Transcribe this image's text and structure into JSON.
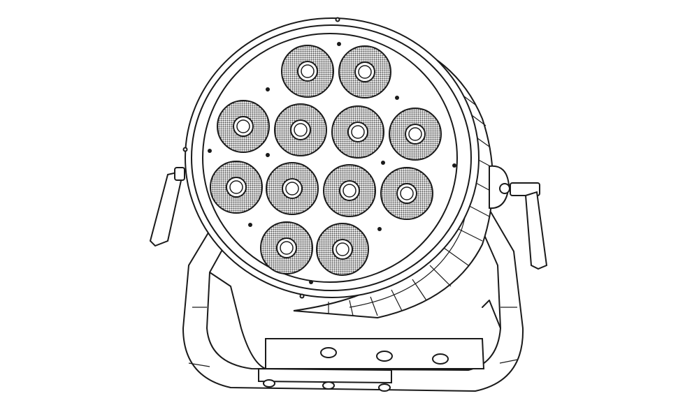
{
  "drawing": {
    "subject_icon": "led-par-light-icon",
    "colors": {
      "line": "#1a1a1a",
      "background": "#ffffff",
      "lens_mesh": "#555555"
    },
    "led_count": 12,
    "led_rows": [
      2,
      4,
      4,
      2
    ]
  }
}
